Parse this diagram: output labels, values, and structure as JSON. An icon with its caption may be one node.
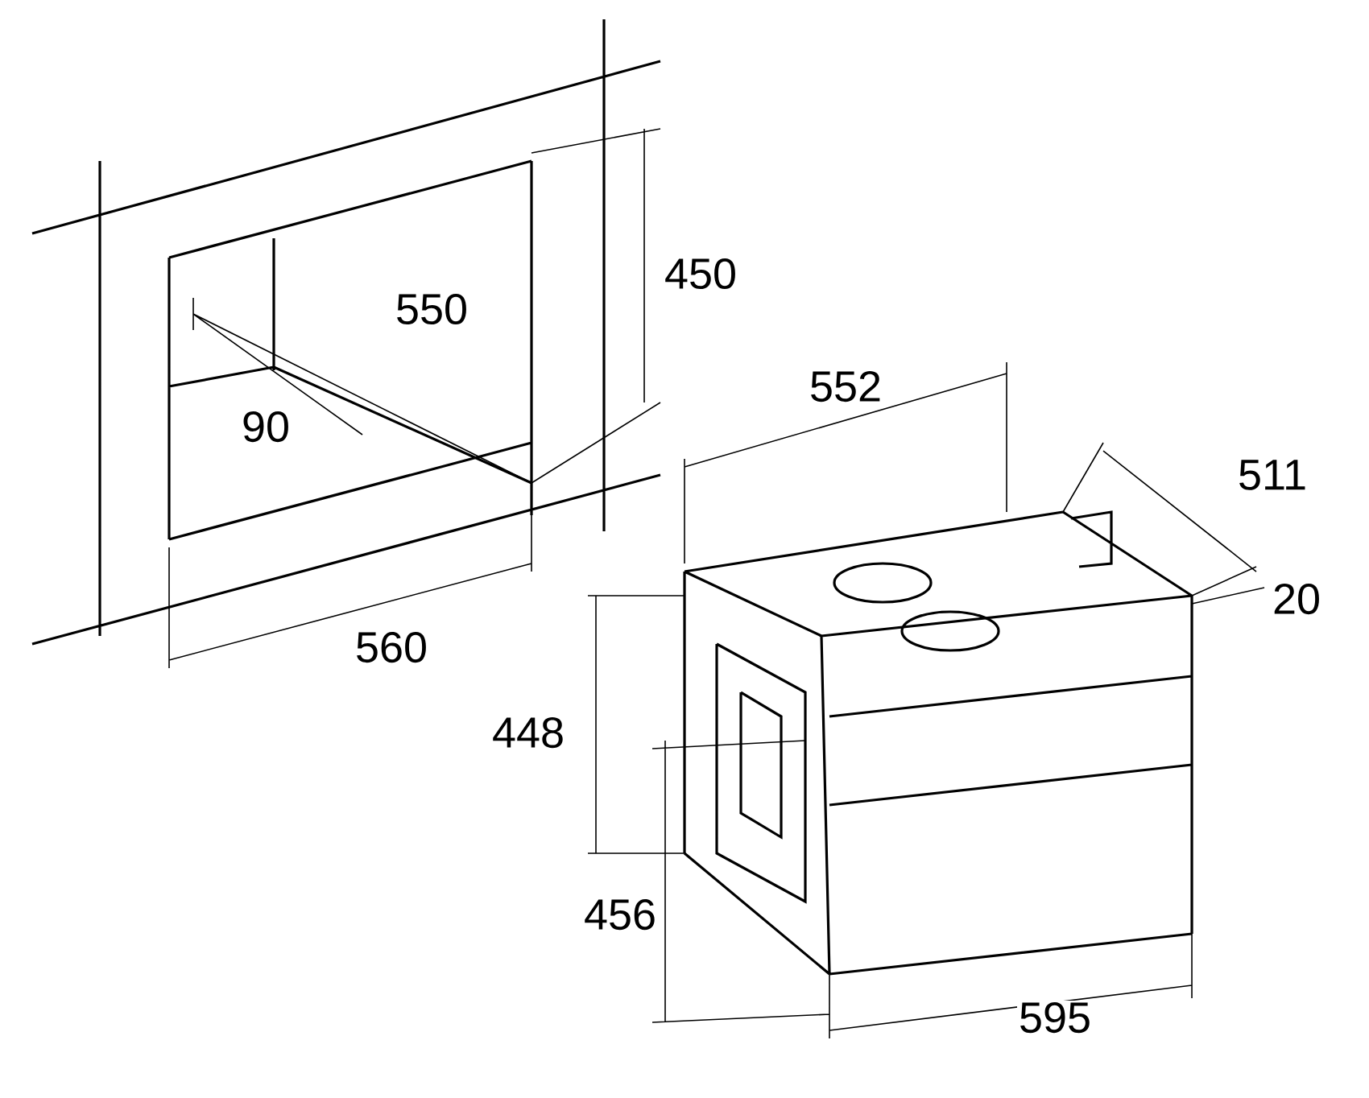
{
  "diagram": {
    "labels": [
      "450",
      "550",
      "90",
      "560",
      "552",
      "511",
      "20",
      "448",
      "456",
      "595"
    ]
  }
}
